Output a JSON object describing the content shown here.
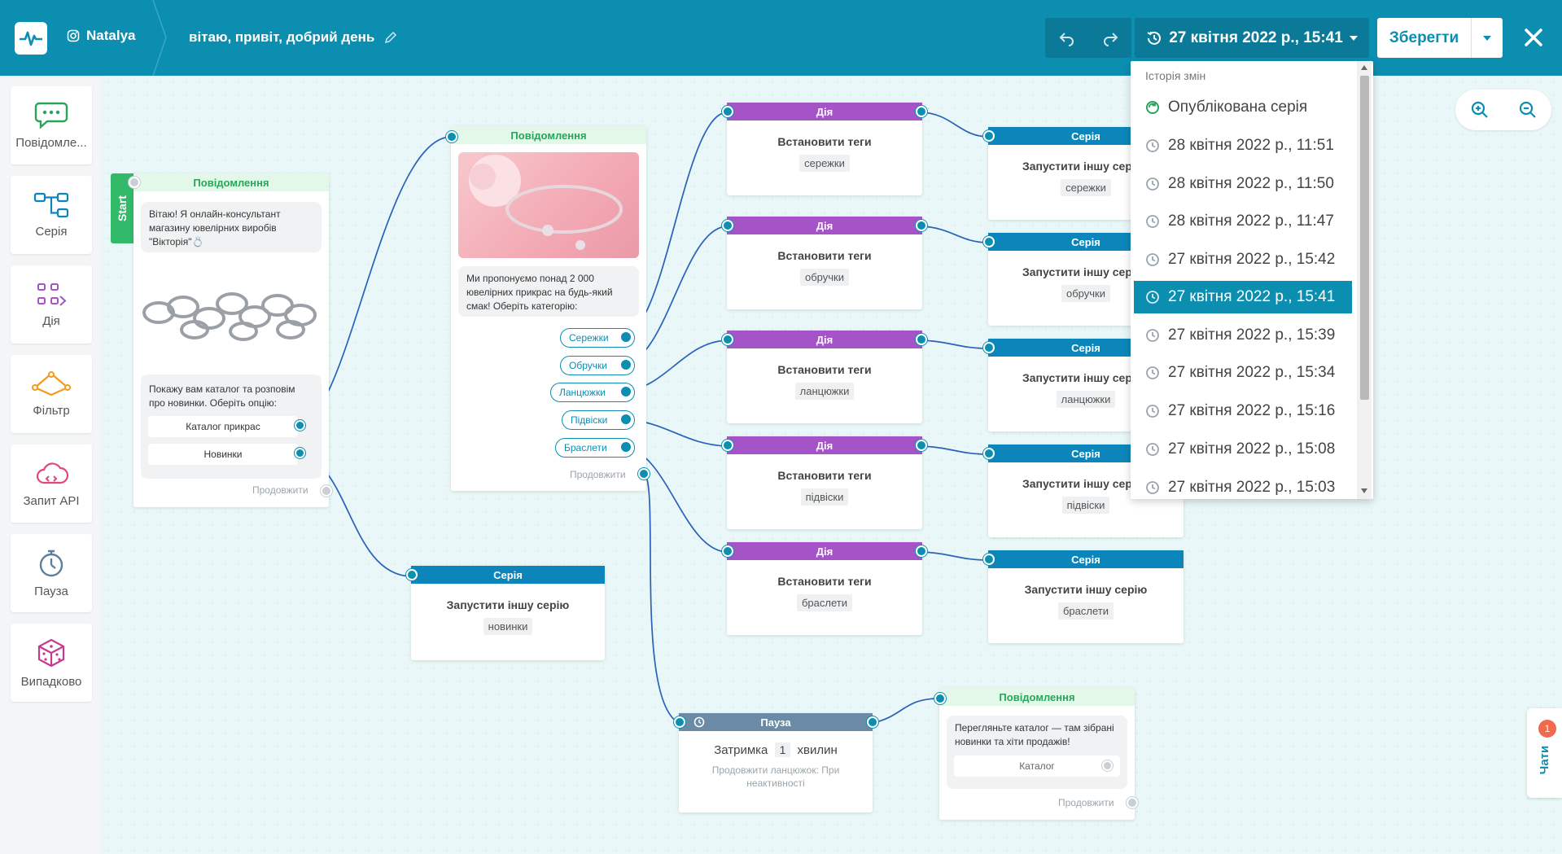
{
  "header": {
    "account": "Natalya",
    "flow_title": "вітаю, привіт, добрий день",
    "history_button": "27 квітня 2022 р., 15:41",
    "save_label": "Зберегти"
  },
  "sidebar": {
    "items": [
      {
        "label": "Повідомле..."
      },
      {
        "label": "Серія"
      },
      {
        "label": "Дія"
      },
      {
        "label": "Фільтр"
      },
      {
        "label": "Запит API"
      },
      {
        "label": "Пауза"
      },
      {
        "label": "Випадково"
      }
    ]
  },
  "canvas": {
    "start_label": "Start",
    "continue_label": "Продовжити",
    "start_node": {
      "header": "Повідомлення",
      "text1": "Вітаю! Я онлайн-консультант магазину ювелірних виробів \"Вікторія\"💍",
      "text2": "Покажу вам каталог та розповім про новинки. Оберіть опцію:",
      "btn1": "Каталог прикрас",
      "btn2": "Новинки"
    },
    "catalog_node": {
      "header": "Повідомлення",
      "text": "Ми пропонуємо понад 2 000 ювелірних прикрас на будь-який смак! Оберіть категорію:",
      "options": [
        "Сережки",
        "Обручки",
        "Ланцюжки",
        "Підвіски",
        "Браслети"
      ]
    },
    "new_series_node": {
      "header": "Серія",
      "title": "Запустити іншу серію",
      "tag": "новинки"
    },
    "actions": [
      {
        "header": "Дія",
        "title": "Встановити теги",
        "tag": "сережки"
      },
      {
        "header": "Дія",
        "title": "Встановити теги",
        "tag": "обручки"
      },
      {
        "header": "Дія",
        "title": "Встановити теги",
        "tag": "ланцюжки"
      },
      {
        "header": "Дія",
        "title": "Встановити теги",
        "tag": "підвіски"
      },
      {
        "header": "Дія",
        "title": "Встановити теги",
        "tag": "браслети"
      }
    ],
    "series": [
      {
        "header": "Серія",
        "title": "Запустити іншу сер",
        "tag": "сережки"
      },
      {
        "header": "Серія",
        "title": "Запустити іншу сер",
        "tag": "обручки"
      },
      {
        "header": "Серія",
        "title": "Запустити іншу сер",
        "tag": "ланцюжки"
      },
      {
        "header": "Серія",
        "title": "Запустити іншу сер",
        "tag": "підвіски"
      },
      {
        "header": "Серія",
        "title": "Запустити іншу серію",
        "tag": "браслети"
      }
    ],
    "pause_node": {
      "header": "Пауза",
      "delay_prefix": "Затримка",
      "delay_value": "1",
      "delay_unit": "хвилин",
      "note": "Продовжити ланцюжок: При неактивності"
    },
    "final_node": {
      "header": "Повідомлення",
      "text": "Перегляньте каталог — там зібрані новинки та хіти продажів!",
      "btn": "Каталог"
    }
  },
  "history_menu": {
    "title": "Історія змін",
    "items": [
      {
        "label": "Опублікована серія",
        "published": true
      },
      {
        "label": "28 квітня 2022 р., 11:51"
      },
      {
        "label": "28 квітня 2022 р., 11:50"
      },
      {
        "label": "28 квітня 2022 р., 11:47"
      },
      {
        "label": "27 квітня 2022 р., 15:42"
      },
      {
        "label": "27 квітня 2022 р., 15:41",
        "active": true
      },
      {
        "label": "27 квітня 2022 р., 15:39"
      },
      {
        "label": "27 квітня 2022 р., 15:34"
      },
      {
        "label": "27 квітня 2022 р., 15:16"
      },
      {
        "label": "27 квітня 2022 р., 15:08"
      },
      {
        "label": "27 квітня 2022 р., 15:03"
      }
    ]
  },
  "chats": {
    "label": "Чати",
    "badge": "1"
  },
  "colors": {
    "primary": "#0c8eb1",
    "message": "#2aa35b",
    "action": "#a454c6",
    "series": "#0c86ba",
    "pause": "#6a8aa5",
    "start": "#33b96a"
  }
}
